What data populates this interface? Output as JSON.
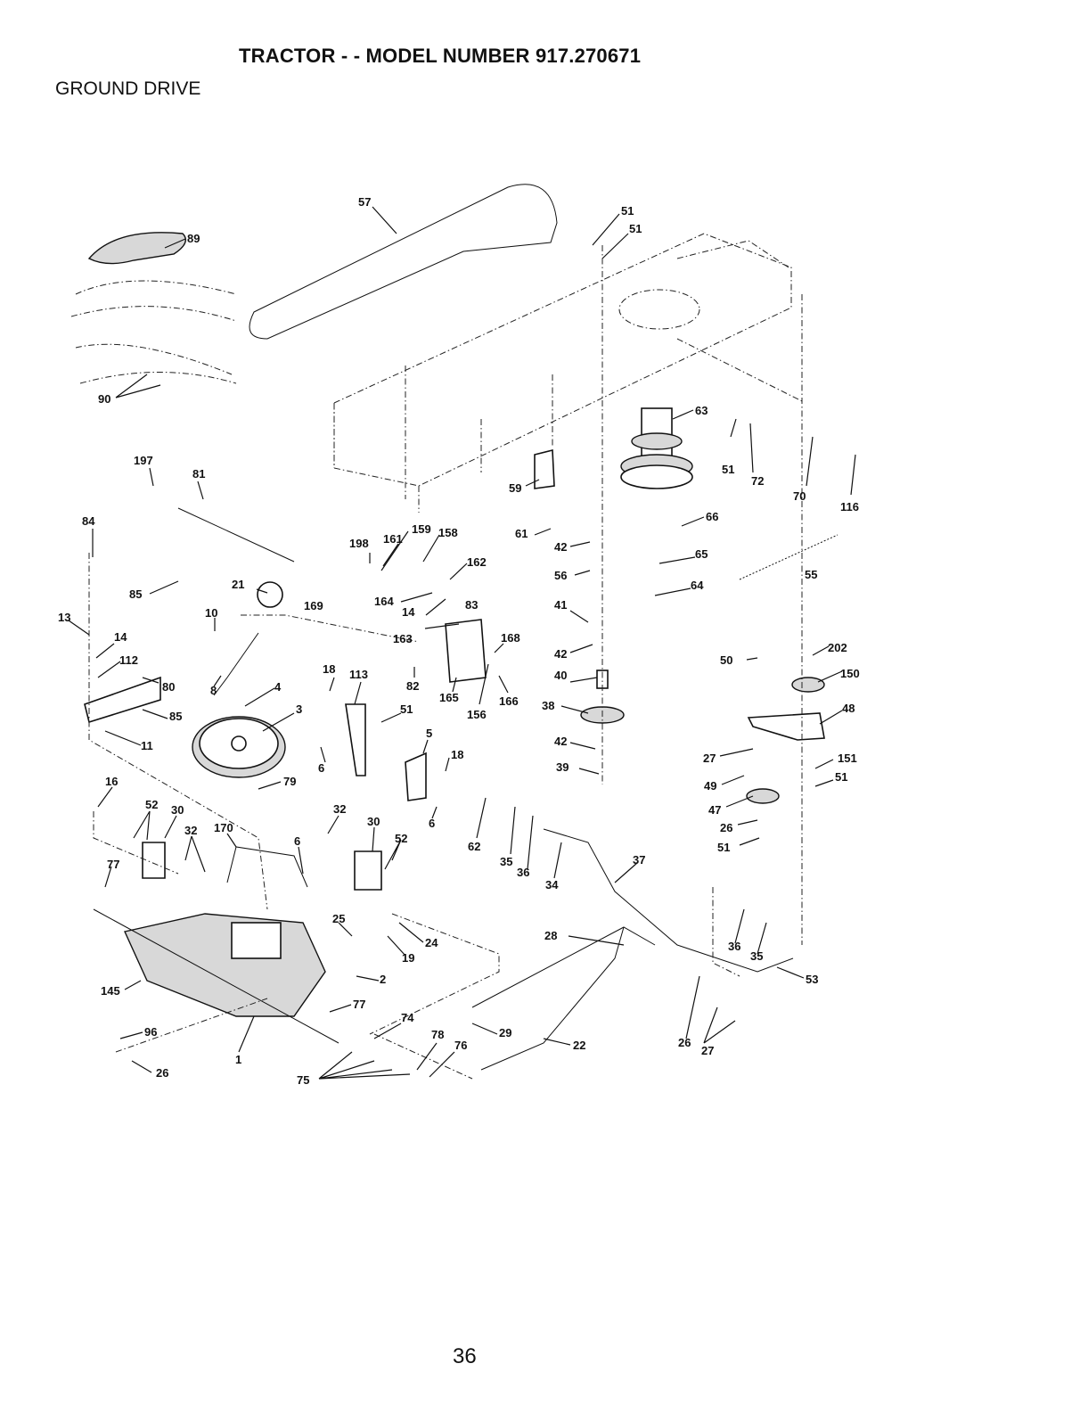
{
  "header": {
    "title": "TRACTOR - - MODEL NUMBER 917.270671",
    "section": "GROUND DRIVE"
  },
  "footer": {
    "page_number": "36"
  },
  "callouts": [
    {
      "id": "c57",
      "text": "57"
    },
    {
      "id": "c51a",
      "text": "51"
    },
    {
      "id": "c51b",
      "text": "51"
    },
    {
      "id": "c89",
      "text": "89"
    },
    {
      "id": "c90",
      "text": "90"
    },
    {
      "id": "c63",
      "text": "63"
    },
    {
      "id": "c51c",
      "text": "51"
    },
    {
      "id": "c72",
      "text": "72"
    },
    {
      "id": "c70",
      "text": "70"
    },
    {
      "id": "c116",
      "text": "116"
    },
    {
      "id": "c197",
      "text": "197"
    },
    {
      "id": "c81",
      "text": "81"
    },
    {
      "id": "c59",
      "text": "59"
    },
    {
      "id": "c66",
      "text": "66"
    },
    {
      "id": "c84",
      "text": "84"
    },
    {
      "id": "c159",
      "text": "159"
    },
    {
      "id": "c158",
      "text": "158"
    },
    {
      "id": "c61",
      "text": "61"
    },
    {
      "id": "c198",
      "text": "198"
    },
    {
      "id": "c161",
      "text": "161"
    },
    {
      "id": "c162",
      "text": "162"
    },
    {
      "id": "c42a",
      "text": "42"
    },
    {
      "id": "c65",
      "text": "65"
    },
    {
      "id": "c56",
      "text": "56"
    },
    {
      "id": "c55",
      "text": "55"
    },
    {
      "id": "c85a",
      "text": "85"
    },
    {
      "id": "c21",
      "text": "21"
    },
    {
      "id": "c169",
      "text": "169"
    },
    {
      "id": "c164",
      "text": "164"
    },
    {
      "id": "c64",
      "text": "64"
    },
    {
      "id": "c14a",
      "text": "14"
    },
    {
      "id": "c83",
      "text": "83"
    },
    {
      "id": "c41",
      "text": "41"
    },
    {
      "id": "c10",
      "text": "10"
    },
    {
      "id": "c13",
      "text": "13"
    },
    {
      "id": "c163",
      "text": "163"
    },
    {
      "id": "c168",
      "text": "168"
    },
    {
      "id": "c14b",
      "text": "14"
    },
    {
      "id": "c202",
      "text": "202"
    },
    {
      "id": "c112",
      "text": "112"
    },
    {
      "id": "c42b",
      "text": "42"
    },
    {
      "id": "c50",
      "text": "50"
    },
    {
      "id": "c150",
      "text": "150"
    },
    {
      "id": "c18a",
      "text": "18"
    },
    {
      "id": "c113",
      "text": "113"
    },
    {
      "id": "c4",
      "text": "4"
    },
    {
      "id": "c80",
      "text": "80"
    },
    {
      "id": "c82",
      "text": "82"
    },
    {
      "id": "c40",
      "text": "40"
    },
    {
      "id": "c8",
      "text": "8"
    },
    {
      "id": "c165",
      "text": "165"
    },
    {
      "id": "c166",
      "text": "166"
    },
    {
      "id": "c3",
      "text": "3"
    },
    {
      "id": "c51d",
      "text": "51"
    },
    {
      "id": "c156",
      "text": "156"
    },
    {
      "id": "c85b",
      "text": "85"
    },
    {
      "id": "c38",
      "text": "38"
    },
    {
      "id": "c48",
      "text": "48"
    },
    {
      "id": "c5",
      "text": "5"
    },
    {
      "id": "c11",
      "text": "11"
    },
    {
      "id": "c42c",
      "text": "42"
    },
    {
      "id": "c18b",
      "text": "18"
    },
    {
      "id": "c27a",
      "text": "27"
    },
    {
      "id": "c151",
      "text": "151"
    },
    {
      "id": "c6a",
      "text": "6"
    },
    {
      "id": "c39",
      "text": "39"
    },
    {
      "id": "c51e",
      "text": "51"
    },
    {
      "id": "c16",
      "text": "16"
    },
    {
      "id": "c79",
      "text": "79"
    },
    {
      "id": "c49",
      "text": "49"
    },
    {
      "id": "c47",
      "text": "47"
    },
    {
      "id": "c52a",
      "text": "52"
    },
    {
      "id": "c30a",
      "text": "30"
    },
    {
      "id": "c32a",
      "text": "32"
    },
    {
      "id": "c6b",
      "text": "6"
    },
    {
      "id": "c26a",
      "text": "26"
    },
    {
      "id": "c32b",
      "text": "32"
    },
    {
      "id": "c170",
      "text": "170"
    },
    {
      "id": "c30b",
      "text": "30"
    },
    {
      "id": "c62",
      "text": "62"
    },
    {
      "id": "c51f",
      "text": "51"
    },
    {
      "id": "c6c",
      "text": "6"
    },
    {
      "id": "c52b",
      "text": "52"
    },
    {
      "id": "c77a",
      "text": "77"
    },
    {
      "id": "c35a",
      "text": "35"
    },
    {
      "id": "c36a",
      "text": "36"
    },
    {
      "id": "c37",
      "text": "37"
    },
    {
      "id": "c34",
      "text": "34"
    },
    {
      "id": "c25",
      "text": "25"
    },
    {
      "id": "c24",
      "text": "24"
    },
    {
      "id": "c36b",
      "text": "36"
    },
    {
      "id": "c35b",
      "text": "35"
    },
    {
      "id": "c19",
      "text": "19"
    },
    {
      "id": "c28",
      "text": "28"
    },
    {
      "id": "c145",
      "text": "145"
    },
    {
      "id": "c2",
      "text": "2"
    },
    {
      "id": "c53",
      "text": "53"
    },
    {
      "id": "c77b",
      "text": "77"
    },
    {
      "id": "c74",
      "text": "74"
    },
    {
      "id": "c96",
      "text": "96"
    },
    {
      "id": "c29",
      "text": "29"
    },
    {
      "id": "c78",
      "text": "78"
    },
    {
      "id": "c76",
      "text": "76"
    },
    {
      "id": "c22",
      "text": "22"
    },
    {
      "id": "c1",
      "text": "1"
    },
    {
      "id": "c26b",
      "text": "26"
    },
    {
      "id": "c27b",
      "text": "27"
    },
    {
      "id": "c26c",
      "text": "26"
    },
    {
      "id": "c75",
      "text": "75"
    }
  ]
}
